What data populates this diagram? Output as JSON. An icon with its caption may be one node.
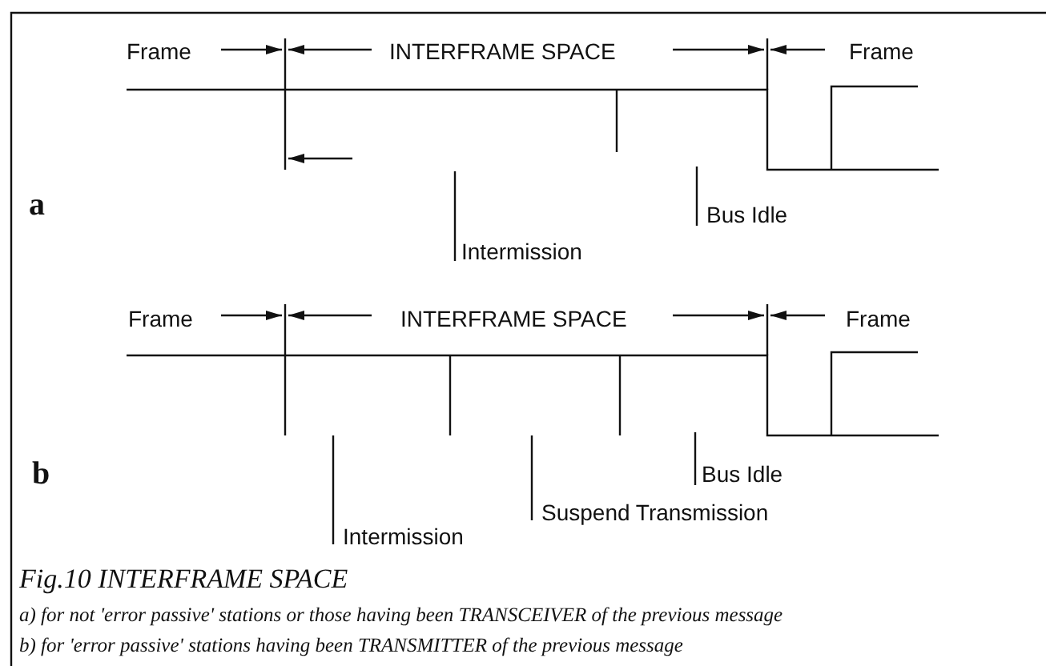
{
  "diagram": {
    "title": "Fig.10 INTERFRAME SPACE",
    "labels": [
      "Frame",
      "INTERFRAME SPACE",
      "Frame",
      "a",
      "Bus Idle",
      "Intermission",
      "Frame",
      "INTERFRAME SPACE",
      "Frame",
      "b",
      "Bus Idle",
      "Suspend Transmission",
      "Intermission",
      "a) for not 'error passive' stations or those having been TRANSCEIVER of the previous message",
      "b) for 'error passive' stations having been TRANSMITTER of the previous message"
    ]
  }
}
